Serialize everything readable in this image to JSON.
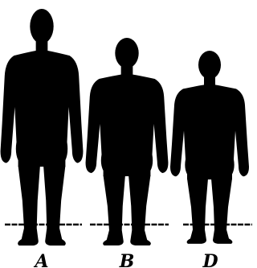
{
  "figures": [
    {
      "label": "A",
      "relative_height": 1.0
    },
    {
      "label": "B",
      "relative_height": 0.87
    },
    {
      "label": "D",
      "relative_height": 0.8
    }
  ],
  "colors": {
    "silhouette": "#000000",
    "background": "#ffffff"
  }
}
